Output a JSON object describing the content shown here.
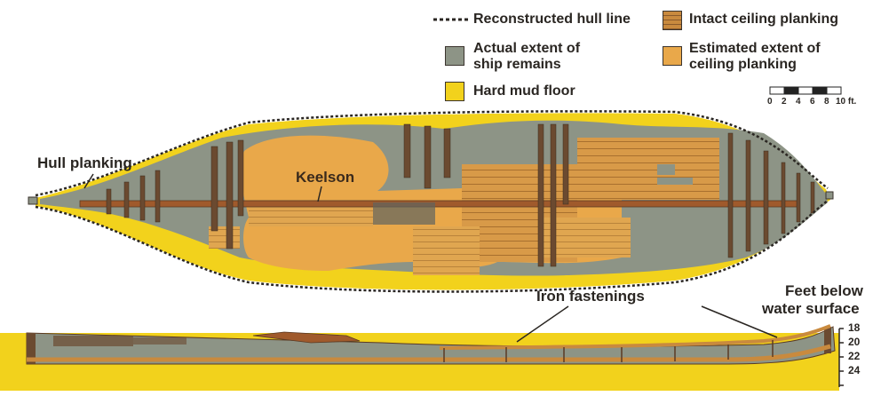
{
  "legend": {
    "reconstructed_hull_line": "Reconstructed hull line",
    "actual_extent_line1": "Actual extent of",
    "actual_extent_line2": "ship remains",
    "hard_mud_floor": "Hard mud floor",
    "intact_ceiling": "Intact ceiling planking",
    "estimated_extent_line1": "Estimated extent of",
    "estimated_extent_line2": "ceiling planking"
  },
  "scale_bar": {
    "ticks": [
      "0",
      "2",
      "4",
      "6",
      "8",
      "10 ft."
    ]
  },
  "labels": {
    "hull_planking": "Hull planking",
    "keelson": "Keelson",
    "iron_fastenings": "Iron fastenings",
    "feet_below_line1": "Feet below",
    "feet_below_line2": "water surface"
  },
  "depth_axis": {
    "ticks": [
      "18",
      "20",
      "22",
      "24"
    ]
  },
  "colors": {
    "ship_remains": "#8d9486",
    "mud_floor": "#f2d21c",
    "intact_ceiling": "#c98a3e",
    "estimated_ceiling": "#e9a84a",
    "timber_dark": "#5a3a24"
  }
}
